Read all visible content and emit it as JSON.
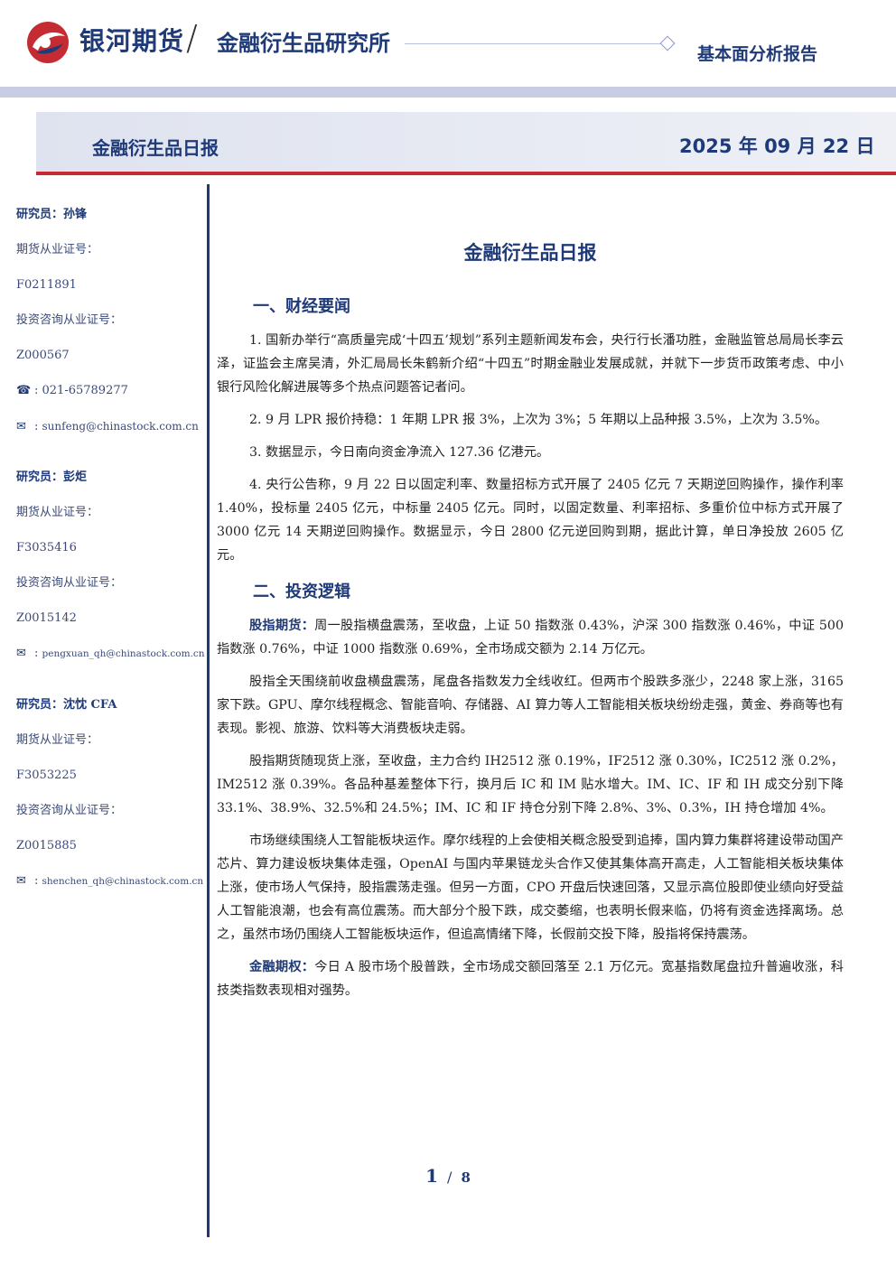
{
  "header": {
    "brand": "银河期货",
    "institute": "金融衍生品研究所",
    "report_type": "基本面分析报告"
  },
  "banner": {
    "title": "金融衍生品日报",
    "date": "2025 年 09 月 22 日"
  },
  "researchers": [
    {
      "name": "研究员：孙锋",
      "license_label": "期货从业证号：",
      "license": "F0211891",
      "consult_label": "投资咨询从业证号：",
      "consult": "Z000567",
      "phone": "021-65789277",
      "email": "sunfeng@chinastock.com.cn"
    },
    {
      "name": "研究员：彭炬",
      "license_label": "期货从业证号：",
      "license": "F3035416",
      "consult_label": "投资咨询从业证号：",
      "consult": "Z0015142",
      "email": "pengxuan_qh@chinastock.com.cn"
    },
    {
      "name": "研究员：沈忱  CFA",
      "license_label": "期货从业证号：",
      "license": "F3053225",
      "consult_label": "投资咨询从业证号：",
      "consult": "Z0015885",
      "email": "shenchen_qh@chinastock.com.cn"
    }
  ],
  "doc_title": "金融衍生品日报",
  "section1": {
    "title": "一、财经要闻",
    "paras": [
      "1. 国新办举行“高质量完成‘十四五’规划”系列主题新闻发布会，央行行长潘功胜，金融监管总局局长李云泽，证监会主席吴清，外汇局局长朱鹤新介绍“十四五”时期金融业发展成就，并就下一步货币政策考虑、中小银行风险化解进展等多个热点问题答记者问。",
      "2. 9 月 LPR 报价持稳：1 年期 LPR 报 3%，上次为 3%；5 年期以上品种报 3.5%，上次为 3.5%。",
      "3. 数据显示，今日南向资金净流入 127.36 亿港元。",
      "4. 央行公告称，9 月 22 日以固定利率、数量招标方式开展了 2405 亿元 7 天期逆回购操作，操作利率 1.40%，投标量 2405 亿元，中标量 2405 亿元。同时，以固定数量、利率招标、多重价位中标方式开展了 3000 亿元 14 天期逆回购操作。数据显示，今日 2800 亿元逆回购到期，据此计算，单日净投放 2605 亿元。"
    ]
  },
  "section2": {
    "title": "二、投资逻辑",
    "p1_label": "股指期货：",
    "p1_text": "周一股指横盘震荡，至收盘，上证 50 指数涨 0.43%，沪深 300 指数涨 0.46%，中证 500 指数涨 0.76%，中证 1000 指数涨 0.69%，全市场成交额为 2.14 万亿元。",
    "p2": "股指全天围绕前收盘横盘震荡，尾盘各指数发力全线收红。但两市个股跌多涨少，2248 家上涨，3165 家下跌。GPU、摩尔线程概念、智能音响、存储器、AI 算力等人工智能相关板块纷纷走强，黄金、券商等也有表现。影视、旅游、饮料等大消费板块走弱。",
    "p3": "股指期货随现货上涨，至收盘，主力合约 IH2512 涨 0.19%，IF2512 涨 0.30%，IC2512 涨 0.2%，IM2512 涨 0.39%。各品种基差整体下行，换月后 IC 和 IM 贴水增大。IM、IC、IF 和 IH 成交分别下降 33.1%、38.9%、32.5%和 24.5%；IM、IC 和 IF 持仓分别下降 2.8%、3%、0.3%，IH 持仓增加 4%。",
    "p4": "市场继续围绕人工智能板块运作。摩尔线程的上会使相关概念股受到追捧，国内算力集群将建设带动国产芯片、算力建设板块集体走强，OpenAI 与国内苹果链龙头合作又使其集体高开高走，人工智能相关板块集体上涨，使市场人气保持，股指震荡走强。但另一方面，CPO 开盘后快速回落，又显示高位股即使业绩向好受益人工智能浪潮，也会有高位震荡。而大部分个股下跌，成交萎缩，也表明长假来临，仍将有资金选择离场。总之，虽然市场仍围绕人工智能板块运作，但追高情绪下降，长假前交投下降，股指将保持震荡。",
    "p5_label": "金融期权：",
    "p5_text": "今日 A 股市场个股普跌，全市场成交额回落至 2.1 万亿元。宽基指数尾盘拉升普遍收涨，科技类指数表现相对强势。"
  },
  "page": {
    "current": "1",
    "separator": "/",
    "total": "8"
  },
  "icons": {
    "phone": "phone-icon",
    "email": "envelope-icon",
    "logo": "galaxy-logo-icon"
  },
  "colors": {
    "brand_blue": "#1f3a78",
    "accent_red": "#c42b32",
    "band_gray": "#c8cde3"
  }
}
